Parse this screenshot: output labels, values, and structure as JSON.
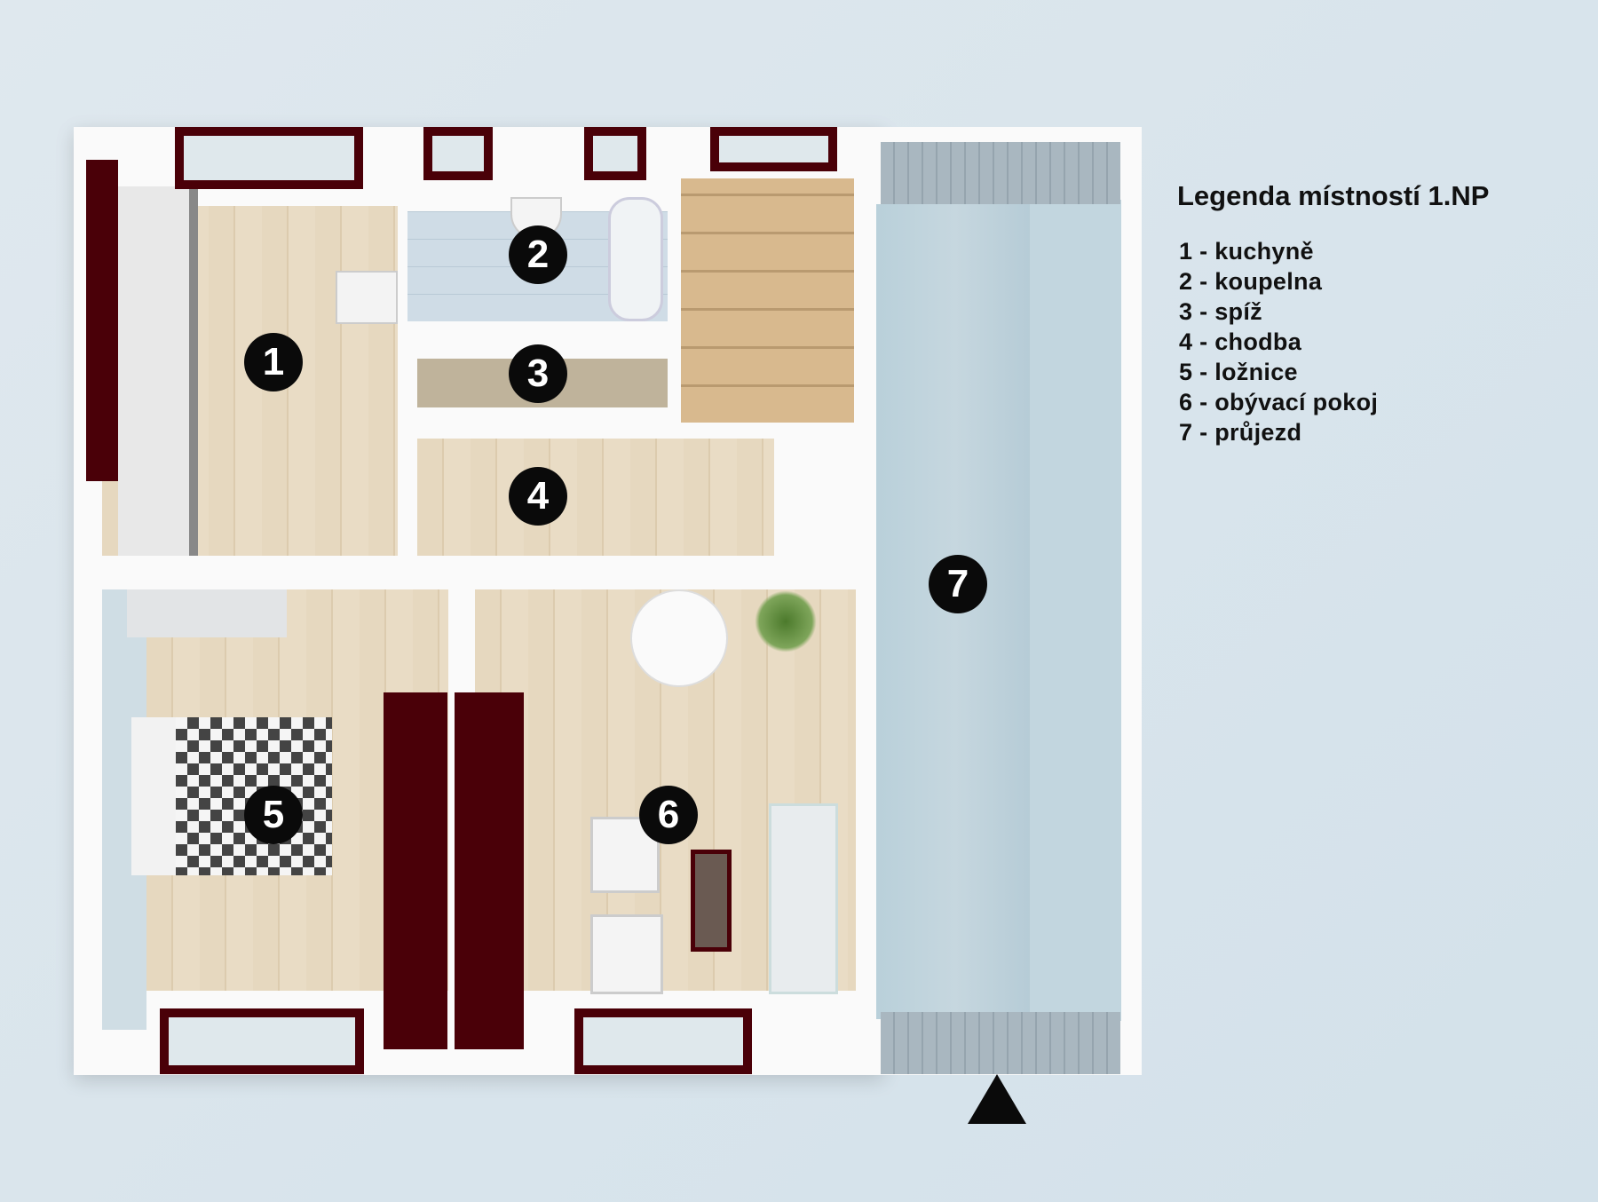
{
  "legend": {
    "title": "Legenda místností 1.NP",
    "items": [
      "1 - kuchyně",
      "2 - koupelna",
      "3 - spíž",
      "4 - chodba",
      "5 - ložnice",
      "6 - obývací pokoj",
      "7 - průjezd"
    ]
  },
  "markers": [
    "1",
    "2",
    "3",
    "4",
    "5",
    "6",
    "7"
  ],
  "colors": {
    "wall": "#fafafa",
    "furniture": "#4a0008",
    "marker": "#0a0a0a",
    "background": "#dfe8ee"
  }
}
